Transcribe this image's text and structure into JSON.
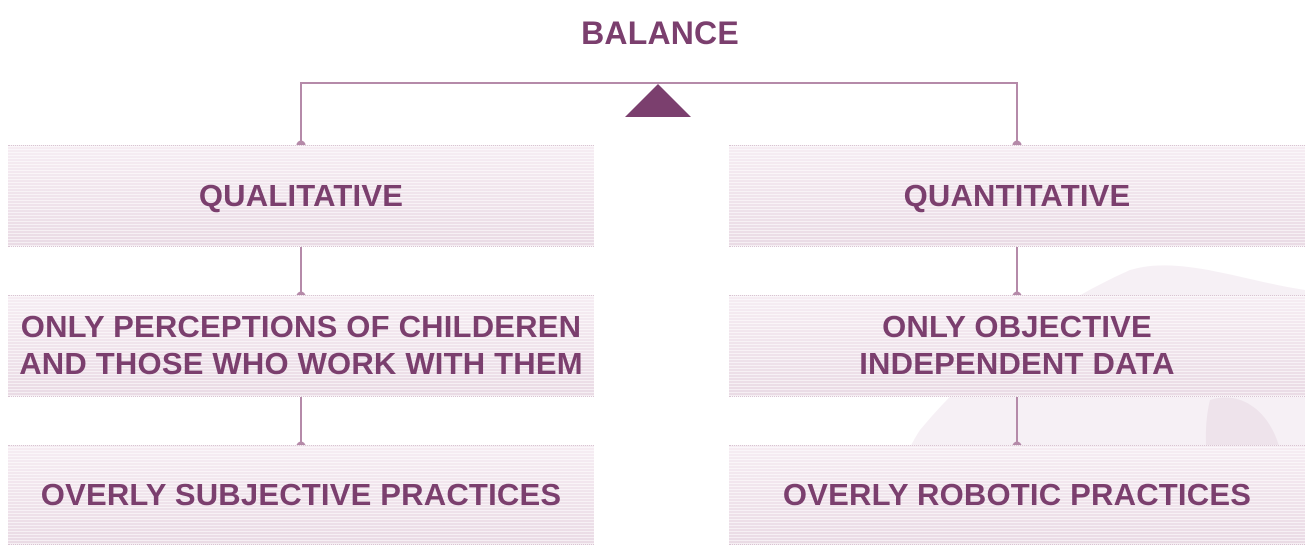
{
  "title": "BALANCE",
  "colors": {
    "text": "#7b3f6e",
    "connector": "#b58aa9",
    "fulcrum": "#7b3f6e",
    "box_fill_light": "#f6edf3",
    "box_fill_dark": "#eadbe5"
  },
  "left_branch": {
    "heading": "QUALITATIVE",
    "description": "ONLY PERCEPTIONS OF CHILDEREN AND THOSE WHO WORK WITH THEM",
    "outcome": "OVERLY SUBJECTIVE PRACTICES"
  },
  "right_branch": {
    "heading": "QUANTITATIVE",
    "description": "ONLY OBJECTIVE INDEPENDENT DATA",
    "outcome": "OVERLY ROBOTIC PRACTICES"
  }
}
